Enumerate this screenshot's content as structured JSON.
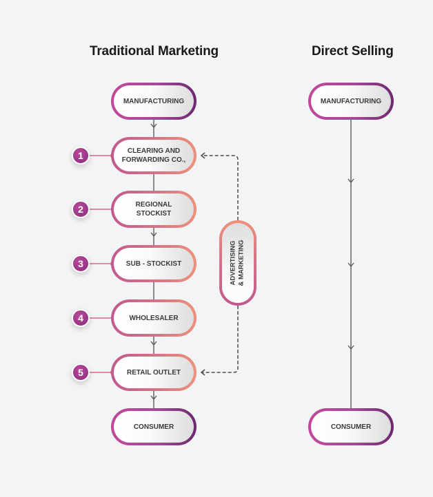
{
  "traditional": {
    "title": "Traditional Marketing",
    "nodes": [
      {
        "label": "MANUFACTURING"
      },
      {
        "label": "CLEARING AND\nFORWARDING CO.,",
        "step": "1"
      },
      {
        "label": "REGIONAL\nSTOCKIST",
        "step": "2"
      },
      {
        "label": "SUB - STOCKIST",
        "step": "3"
      },
      {
        "label": "WHOLESALER",
        "step": "4"
      },
      {
        "label": "RETAIL OUTLET",
        "step": "5"
      },
      {
        "label": "CONSUMER"
      }
    ],
    "side_node": {
      "line1": "ADVERTISING",
      "line2": "& MARKETING"
    }
  },
  "direct": {
    "title": "Direct Selling",
    "nodes": [
      {
        "label": "MANUFACTURING"
      },
      {
        "label": "CONSUMER"
      }
    ]
  },
  "colors": {
    "background": "#f3f4f6",
    "connector": "#5a5a5a",
    "step_line": "#d46a8a",
    "badge": "#9b3588"
  }
}
